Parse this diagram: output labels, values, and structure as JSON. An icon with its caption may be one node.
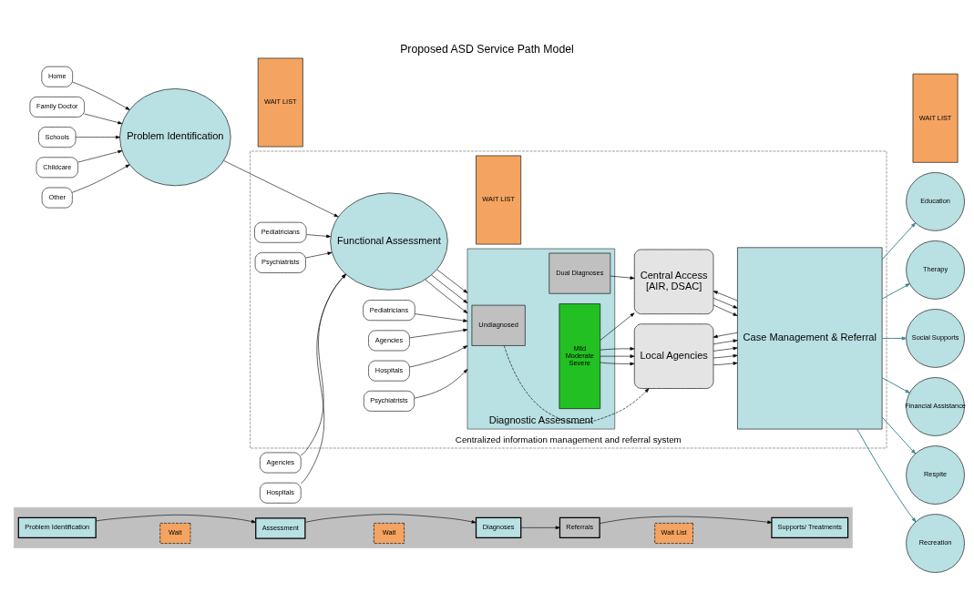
{
  "diagram": {
    "title": "Proposed ASD Service Path Model",
    "nodes": [
      {
        "text": [],
        "shape": "band"
      },
      {
        "text": [
          "Problem Identification"
        ],
        "in": 0
      },
      {
        "text": [
          "Wait"
        ],
        "in": 0
      },
      {
        "text": [
          "Assessment"
        ],
        "in": 0
      },
      {
        "text": [
          "Wait"
        ],
        "in": 0
      },
      {
        "text": [
          "Diagnoses"
        ],
        "in": 0
      },
      {
        "text": [
          "Referrals"
        ],
        "in": 0
      },
      {
        "text": [
          "Wait List"
        ],
        "in": 0
      },
      {
        "text": [
          "Supports/ Treatments"
        ],
        "in": 0
      },
      {
        "text": [
          "Home"
        ]
      },
      {
        "text": [
          "Family Doctor"
        ]
      },
      {
        "text": [
          "Schools"
        ]
      },
      {
        "text": [
          "Childcare"
        ]
      },
      {
        "text": [
          "Other"
        ]
      },
      {
        "text": [
          "Problem Identification"
        ]
      },
      {
        "text": [
          "Agencies"
        ]
      },
      {
        "text": [
          "WAIT LIST"
        ]
      },
      {
        "text": [
          "Hospitals"
        ]
      },
      {
        "text": [
          "Centralized information management and referral system"
        ]
      },
      {
        "text": [
          "Pediatricians"
        ],
        "in": 18
      },
      {
        "text": [
          "Functional Assessment"
        ],
        "in": 18
      },
      {
        "text": [
          "Psychiatrists"
        ],
        "in": 18
      },
      {
        "text": [
          "WAIT LIST"
        ],
        "in": 18
      },
      {
        "text": [
          "Pediatricians"
        ],
        "in": 18
      },
      {
        "text": [
          "Agencies"
        ],
        "in": 18
      },
      {
        "text": [
          "Hospitals"
        ],
        "in": 18
      },
      {
        "text": [
          "Psychiatrists"
        ],
        "in": 18
      },
      {
        "text": [
          "Diagnostic Assessment"
        ],
        "in": 18
      },
      {
        "text": [
          "Undiagnosed"
        ],
        "in": 27
      },
      {
        "text": [
          "Mild",
          "Moderate",
          "Severe"
        ],
        "in": 27
      },
      {
        "text": [
          "Dual Diagnoses"
        ],
        "in": 27
      },
      {
        "text": [
          "Local Agencies"
        ],
        "in": 18
      },
      {
        "text": [
          "Central Access",
          "[AIR, DSAC]"
        ],
        "in": 18
      },
      {
        "text": [
          "Case Management & Referral"
        ],
        "in": 18
      },
      {
        "text": [
          "WAIT LIST"
        ]
      },
      {
        "text": [
          "Education"
        ]
      },
      {
        "text": [
          "Therapy"
        ]
      },
      {
        "text": [
          "Social Supports"
        ]
      },
      {
        "text": [
          "Financial Assistance"
        ]
      },
      {
        "text": [
          "Respite"
        ]
      },
      {
        "text": [
          "Recreation"
        ]
      }
    ],
    "edges": [
      {
        "from": 1,
        "to": 3,
        "arrow": "to"
      },
      {
        "from": 3,
        "to": 5,
        "arrow": "to"
      },
      {
        "from": 5,
        "to": 6,
        "arrow": "to"
      },
      {
        "from": 6,
        "to": 8,
        "arrow": "to"
      },
      {
        "from": 9,
        "to": 14,
        "arrow": "to"
      },
      {
        "from": 10,
        "to": 14,
        "arrow": "to"
      },
      {
        "from": 11,
        "to": 14,
        "arrow": "to"
      },
      {
        "from": 12,
        "to": 14,
        "arrow": "to"
      },
      {
        "from": 13,
        "to": 14,
        "arrow": "to"
      },
      {
        "from": 14,
        "to": 20,
        "arrow": "to"
      },
      {
        "from": 15,
        "to": 20,
        "arrow": "to"
      },
      {
        "from": 17,
        "to": 20,
        "arrow": "to"
      },
      {
        "from": 19,
        "to": 20,
        "arrow": "to"
      },
      {
        "from": 21,
        "to": 20,
        "arrow": "to"
      },
      {
        "from": 20,
        "to": 27,
        "arrow": "to"
      },
      {
        "from": 20,
        "to": 27,
        "arrow": "to"
      },
      {
        "from": 20,
        "to": 27,
        "arrow": "to"
      },
      {
        "from": 23,
        "to": 27,
        "arrow": "to"
      },
      {
        "from": 24,
        "to": 27,
        "arrow": "to"
      },
      {
        "from": 25,
        "to": 27,
        "arrow": "to"
      },
      {
        "from": 26,
        "to": 27,
        "arrow": "to"
      },
      {
        "from": 28,
        "to": 31,
        "arrow": "to",
        "style": "dashed"
      },
      {
        "from": 29,
        "to": 31,
        "arrow": "to"
      },
      {
        "from": 29,
        "to": 31,
        "arrow": "to"
      },
      {
        "from": 29,
        "to": 31,
        "arrow": "to"
      },
      {
        "from": 29,
        "to": 32,
        "arrow": "to"
      },
      {
        "from": 30,
        "to": 32,
        "arrow": "to"
      },
      {
        "from": 31,
        "to": 33,
        "arrow": "to"
      },
      {
        "from": 31,
        "to": 33,
        "arrow": "to"
      },
      {
        "from": 31,
        "to": 33,
        "arrow": "to"
      },
      {
        "from": 31,
        "to": 33,
        "arrow": "to"
      },
      {
        "from": 32,
        "to": 33,
        "arrow": "to"
      },
      {
        "from": 32,
        "to": 33,
        "arrow": "to"
      },
      {
        "from": 33,
        "to": 31,
        "arrow": "to"
      },
      {
        "from": 33,
        "to": 32,
        "arrow": "to"
      },
      {
        "from": 33,
        "to": 35,
        "arrow": "to",
        "color": "#3a8a8f"
      },
      {
        "from": 33,
        "to": 36,
        "arrow": "to",
        "color": "#3a8a8f"
      },
      {
        "from": 33,
        "to": 37,
        "arrow": "to",
        "color": "#3a8a8f"
      },
      {
        "from": 33,
        "to": 38,
        "arrow": "to",
        "color": "#3a8a8f"
      },
      {
        "from": 33,
        "to": 39,
        "arrow": "to",
        "color": "#3a8a8f"
      },
      {
        "from": 33,
        "to": 40,
        "arrow": "to",
        "color": "#3a8a8f"
      }
    ]
  }
}
